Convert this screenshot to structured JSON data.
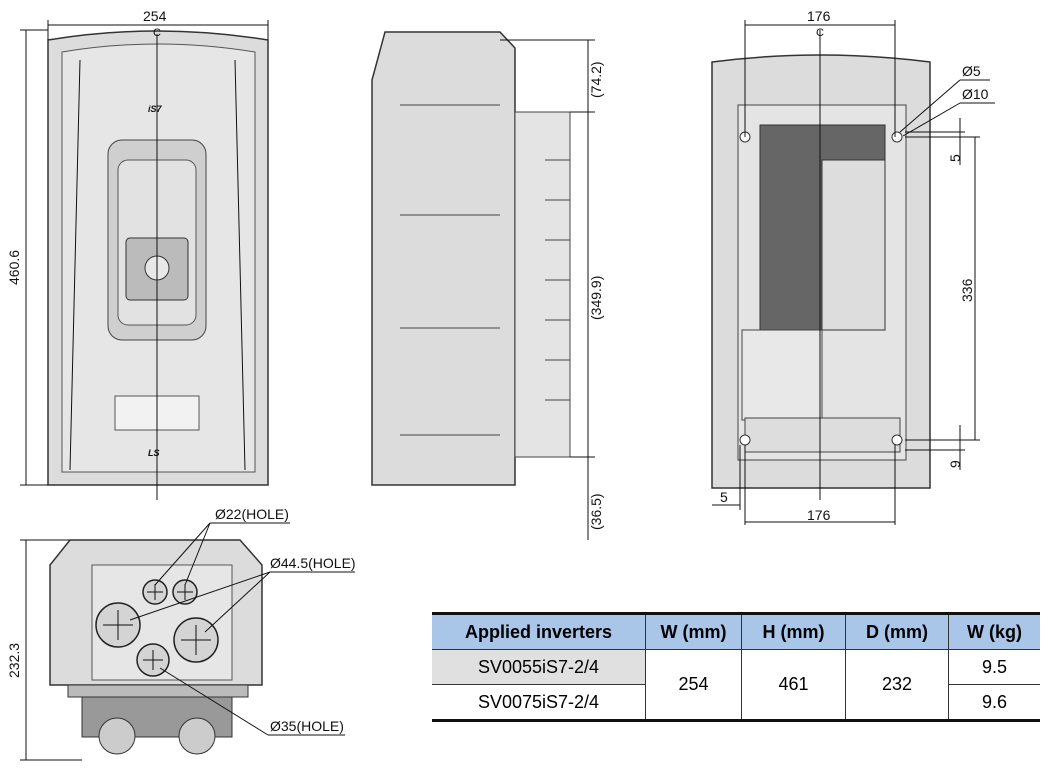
{
  "front_view": {
    "width_dim": "254",
    "height_dim": "460.6",
    "centerline": "C",
    "logo_top": "iS7",
    "logo_bottom": "LS"
  },
  "side_view": {
    "dim_top": "(74.2)",
    "dim_middle": "(349.9)",
    "dim_bottom": "(36.5)"
  },
  "rear_view": {
    "top_dim": "176",
    "centerline": "C",
    "hole_small": "Ø5",
    "hole_large": "Ø10",
    "dim_5_right": "5",
    "dim_336": "336",
    "dim_9": "9",
    "dim_5_bottom": "5",
    "bottom_dim": "176"
  },
  "bottom_view": {
    "height_dim": "232.3",
    "hole_22": "Ø22(HOLE)",
    "hole_44": "Ø44.5(HOLE)",
    "hole_35": "Ø35(HOLE)"
  },
  "table": {
    "headers": [
      "Applied inverters",
      "W (mm)",
      "H (mm)",
      "D (mm)",
      "W (kg)"
    ],
    "rows": [
      {
        "model": "SV0055iS7-2/4",
        "w": "254",
        "h": "461",
        "d": "232",
        "kg": "9.5"
      },
      {
        "model": "SV0075iS7-2/4",
        "kg": "9.6"
      }
    ]
  }
}
